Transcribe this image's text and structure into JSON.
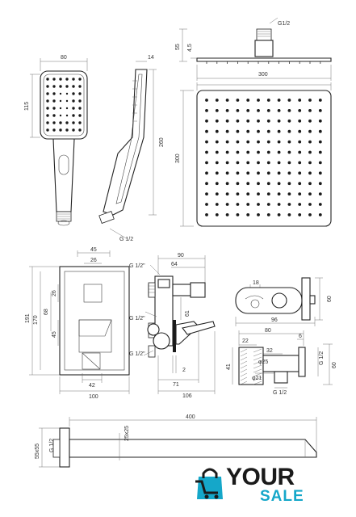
{
  "dimensions": {
    "hand_width": "80",
    "hand_depth": "14",
    "hand_head_height": "115",
    "hand_length": "260",
    "hand_thread": "G 1/2",
    "head_thread": "G1/2",
    "head_height": "55",
    "head_plate": "4,5",
    "head_width_side": "300",
    "head_width_top": "300",
    "head_height_top": "300",
    "box_inner_w1": "45",
    "box_inner_w2": "26",
    "box_overall_h": "191",
    "box_h2": "170",
    "box_h3": "68",
    "box_h4": "26",
    "box_h5": "45",
    "box_bottom_w1": "42",
    "box_bottom_w2": "100",
    "mixer_thread1": "G 1/2\"",
    "mixer_90": "90",
    "mixer_64": "64",
    "mixer_depth": "61",
    "mixer_thread2": "G 1/2\"",
    "mixer_thread3": "G 1/2\"",
    "mixer_2": "2",
    "mixer_71": "71",
    "mixer_106": "106",
    "bracket_18": "18",
    "bracket_60": "60",
    "bracket_96": "96",
    "elbow_80": "80",
    "elbow_6": "6",
    "elbow_22": "22",
    "elbow_32": "32",
    "elbow_41": "41",
    "elbow_phi25": "φ25",
    "elbow_phi21": "φ21",
    "elbow_g12_side": "G 1/2",
    "elbow_g12_bottom": "G 1/2",
    "elbow_60": "60",
    "arm_length": "400",
    "arm_section": "25x25",
    "arm_flange": "55x55",
    "arm_thread": "G 1/2"
  },
  "logo": {
    "line1": "YOUR",
    "line2": "SALE",
    "accent": "#15a7c9",
    "icon": "shopping-bag-icon"
  }
}
